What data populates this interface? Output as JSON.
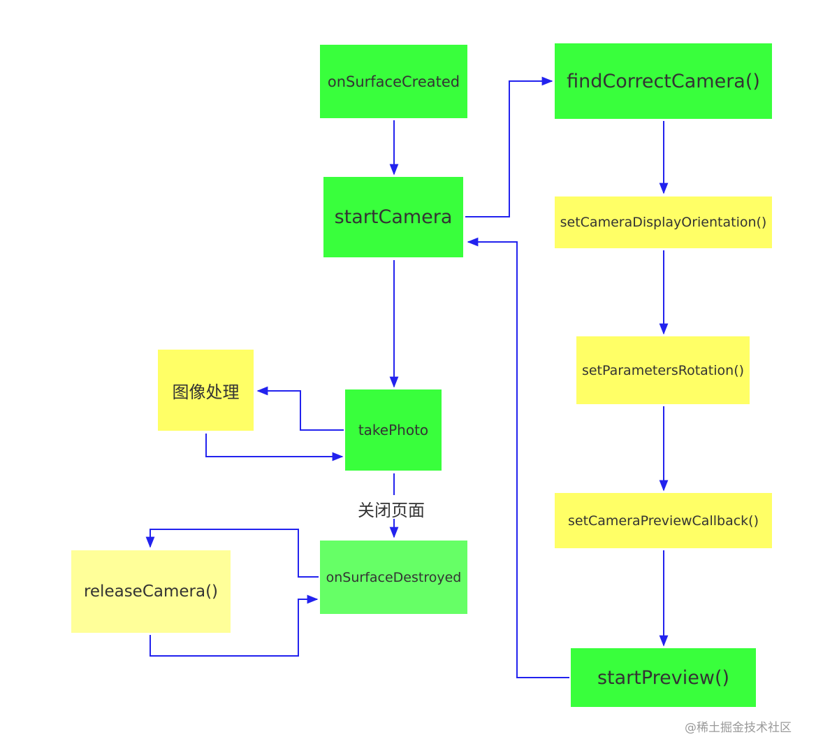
{
  "nodes": {
    "on_surface_created": "onSurfaceCreated",
    "start_camera": "startCamera",
    "find_correct_camera": "findCorrectCamera()",
    "set_camera_display_orientation": "setCameraDisplayOrientation()",
    "set_parameters_rotation": "setParametersRotation()",
    "set_camera_preview_callback": "setCameraPreviewCallback()",
    "start_preview": "startPreview()",
    "take_photo": "takePhoto",
    "image_processing": "图像处理",
    "on_surface_destroyed": "onSurfaceDestroyed",
    "release_camera": "releaseCamera()"
  },
  "edge_labels": {
    "close_page": "关闭页面"
  },
  "watermark": "@稀土掘金技术社区",
  "colors": {
    "green": "#39ff3c",
    "light_green": "#66ff66",
    "yellow": "#ffff66",
    "pale_yellow": "#ffff99",
    "arrow": "#2222ee"
  }
}
